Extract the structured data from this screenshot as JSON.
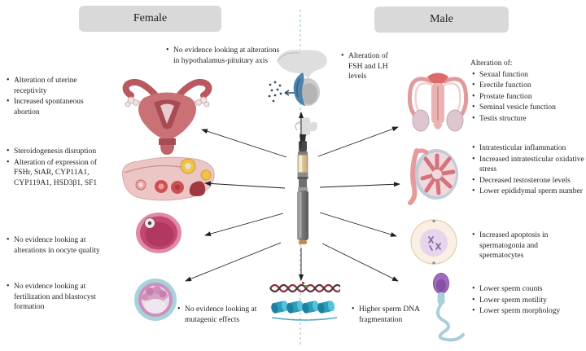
{
  "headers": {
    "female": "Female",
    "male": "Male"
  },
  "female": {
    "pituitary_note": {
      "bullets": [
        "No evidence looking at alterations in hypothalamus-pituitary axis"
      ]
    },
    "uterus_note": {
      "bullets": [
        "Alteration of uterine receptivity",
        "Increased spontaneous abortion"
      ]
    },
    "ovary_note": {
      "bullets": [
        "Steroidogenesis disruption",
        "Alteration of expression of FSHr, StAR, CYP11A1, CYP119A1, HSD3β1, SF1"
      ]
    },
    "oocyte_note": {
      "bullets": [
        "No evidence looking at alterations in oocyte quality"
      ]
    },
    "blastocyst_note": {
      "bullets": [
        "No evidence looking at fertilization and blastocyst formation"
      ]
    },
    "mutagenic_note": {
      "bullets": [
        "No evidence looking at mutagenic effects"
      ]
    }
  },
  "male": {
    "hormone_note": {
      "bullets": [
        "Alteration of FSH and LH levels"
      ]
    },
    "repro_note": {
      "intro": "Alteration of:",
      "bullets": [
        "Sexual function",
        "Erectile function",
        "Prostate function",
        "Seminal vesicle function",
        "Testis structure"
      ]
    },
    "testis_note": {
      "bullets": [
        "Intratesticular inflammation",
        "Increased intratesticular oxidative stress",
        "Decreased testosterone levels",
        "Lower epididymal sperm number"
      ]
    },
    "apoptosis_note": {
      "bullets": [
        "Increased apoptosis in spermatogonia and spermatocytes"
      ]
    },
    "dna_note": {
      "bullets": [
        "Higher sperm DNA fragmentation"
      ]
    },
    "sperm_note": {
      "bullets": [
        "Lower sperm counts",
        "Lower sperm motility",
        "Lower sperm morphology"
      ]
    }
  },
  "icons": {
    "center": "e-cigarette-icon",
    "female_side": [
      "pituitary-gland-icon",
      "uterus-icon",
      "ovary-icon",
      "oocyte-icon",
      "blastocyst-icon"
    ],
    "male_side": [
      "male-reproductive-system-icon",
      "testis-icon",
      "spermatogonia-cell-icon",
      "sperm-icon",
      "dna-nucleosome-icon"
    ]
  },
  "colors": {
    "header_bg": "#d9d9d9",
    "text": "#1f1f1f",
    "arrow": "#1f1f1f",
    "divider": "#aec6d2"
  }
}
